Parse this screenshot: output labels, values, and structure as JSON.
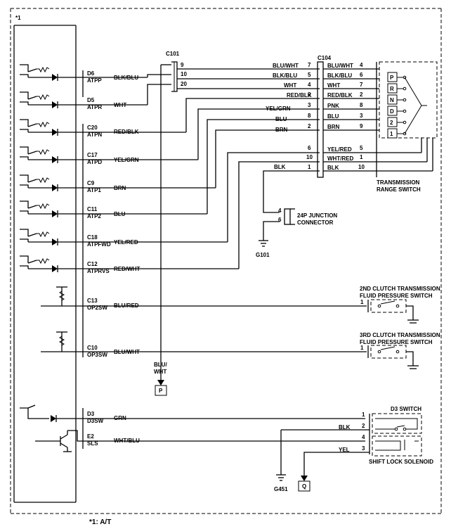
{
  "ecm": {
    "marker": "*1",
    "pins": [
      {
        "pin": "D6",
        "sig": "ATPP"
      },
      {
        "pin": "D5",
        "sig": "ATPR"
      },
      {
        "pin": "C20",
        "sig": "ATPN"
      },
      {
        "pin": "C17",
        "sig": "ATPD"
      },
      {
        "pin": "C9",
        "sig": "ATP1"
      },
      {
        "pin": "C11",
        "sig": "ATP2"
      },
      {
        "pin": "C18",
        "sig": "ATPFWD"
      },
      {
        "pin": "C12",
        "sig": "ATPRVS"
      },
      {
        "pin": "C13",
        "sig": "OP2SW"
      },
      {
        "pin": "C10",
        "sig": "OP3SW"
      },
      {
        "pin": "D3",
        "sig": "D3SW"
      },
      {
        "pin": "E2",
        "sig": "SLS"
      }
    ],
    "wires": [
      "BLK/BLU",
      "WHT",
      "RED/BLK",
      "YEL/GRN",
      "BRN",
      "BLU",
      "YEL/RED",
      "RED/WHT",
      "BLU/RED",
      "BLU/WHT",
      "GRN",
      "WHT/BLU"
    ]
  },
  "c101": {
    "label": "C101",
    "pins": [
      "9",
      "10",
      "20"
    ]
  },
  "c104": {
    "label": "C104",
    "left_wires": [
      "BLU/WHT",
      "BLK/BLU",
      "WHT",
      "RED/BLK",
      "YEL/GRN",
      "BLU",
      "BRN"
    ],
    "left_pins": [
      "7",
      "5",
      "4",
      "9",
      "3",
      "8",
      "2"
    ],
    "right_wires": [
      "BLU/WHT",
      "BLK/BLU",
      "WHT",
      "RED/BLK",
      "PNK",
      "BLU",
      "BRN",
      "YEL/RED",
      "WHT/RED",
      "BLK"
    ],
    "right_pins": [
      "4",
      "6",
      "7",
      "2",
      "8",
      "3",
      "9",
      "5",
      "1",
      "10"
    ],
    "left_lower_pins": [
      "6",
      "10",
      "1"
    ]
  },
  "range_switch": {
    "title_line1": "TRANSMISSION",
    "title_line2": "RANGE SWITCH",
    "positions": [
      "P",
      "R",
      "N",
      "D",
      "2",
      "1"
    ]
  },
  "junction": {
    "title_line1": "24P JUNCTION",
    "title_line2": "CONNECTOR",
    "pin_top": "4",
    "pin_bottom": "6"
  },
  "grounds": {
    "g101": "G101",
    "g451": "G451"
  },
  "pressure_switches": [
    {
      "title_line1": "2ND CLUTCH TRANSMISSION",
      "title_line2": "FLUID PRESSURE SWITCH",
      "pin": "1"
    },
    {
      "title_line1": "3RD CLUTCH TRANSMISSION",
      "title_line2": "FLUID PRESSURE SWITCH",
      "pin": "1"
    }
  ],
  "off_page": {
    "wire1": "BLU/",
    "wire2": "WHT",
    "p": "P",
    "q": "Q"
  },
  "d3_switch": {
    "title": "D3 SWITCH",
    "pins": [
      "1",
      "2",
      "4",
      "3"
    ],
    "wire_blk": "BLK",
    "wire_yel": "YEL"
  },
  "solenoid": {
    "title": "SHIFT LOCK SOLENOID"
  },
  "footnote": "*1: A/T"
}
